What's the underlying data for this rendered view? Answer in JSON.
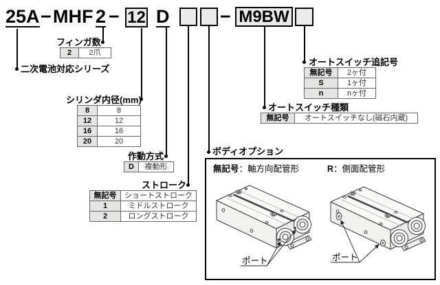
{
  "code": {
    "series": "25A",
    "dash": "−",
    "model": "MHF",
    "fingers": "2",
    "bore": "12",
    "action": "D",
    "stroke_box": "",
    "body_option_box": "",
    "auto_switch": "M9BW",
    "switch_qty_box": ""
  },
  "sections": {
    "series": {
      "label": "二次電池対応シリーズ"
    },
    "fingers": {
      "label": "フィンガ数",
      "rows": [
        {
          "code": "2",
          "desc": "2爪"
        }
      ]
    },
    "bore": {
      "label": "シリンダ内径(mm)",
      "rows": [
        {
          "code": "8",
          "desc": "8"
        },
        {
          "code": "12",
          "desc": "12"
        },
        {
          "code": "16",
          "desc": "16"
        },
        {
          "code": "20",
          "desc": "20"
        }
      ]
    },
    "action": {
      "label": "作動方式",
      "rows": [
        {
          "code": "D",
          "desc": "複動形"
        }
      ]
    },
    "stroke": {
      "label": "ストローク",
      "rows": [
        {
          "code": "無記号",
          "desc": "ショートストローク"
        },
        {
          "code": "1",
          "desc": "ミドルストローク"
        },
        {
          "code": "2",
          "desc": "ロングストローク"
        }
      ]
    },
    "auto_switch_suffix": {
      "label": "オートスイッチ追記号",
      "rows": [
        {
          "code": "無記号",
          "desc": "2ヶ付"
        },
        {
          "code": "S",
          "desc": "1ヶ付"
        },
        {
          "code": "n",
          "desc": "nヶ付"
        }
      ]
    },
    "auto_switch_type": {
      "label": "オートスイッチ種類",
      "rows": [
        {
          "code": "無記号",
          "desc": "オートスイッチなし(磁石内蔵)"
        }
      ]
    },
    "body_option": {
      "label": "ボディオプション",
      "options": [
        {
          "code": "無記号",
          "separator": "：",
          "desc": "軸方向配管形",
          "port_label": "ポート"
        },
        {
          "code": "R",
          "separator": "：",
          "desc": "側面配管形",
          "port_label": "ポート"
        }
      ]
    }
  },
  "colors": {
    "code_box_fill": "#ebebe9",
    "table_header_fill": "#e4e4e2",
    "line_color": "#000000"
  }
}
